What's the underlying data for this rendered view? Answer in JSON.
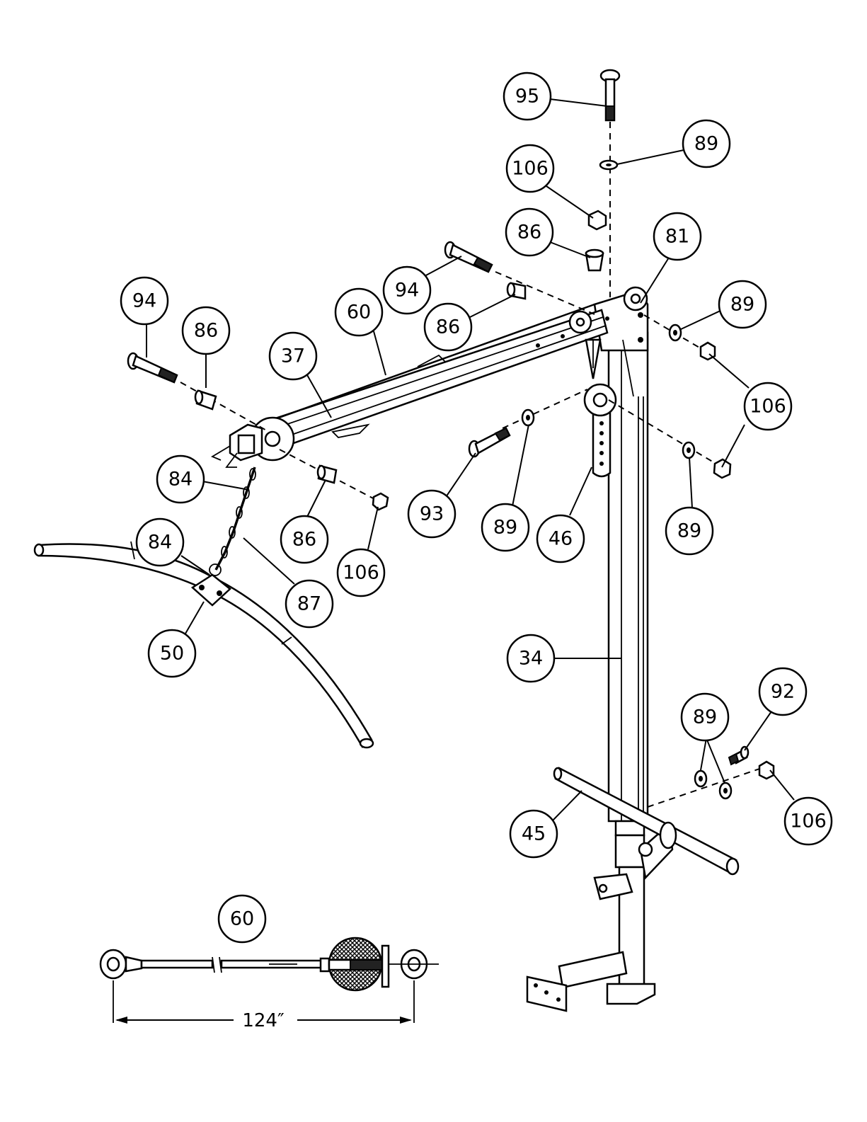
{
  "callouts": [
    {
      "id": "c95",
      "label": "95"
    },
    {
      "id": "c89a",
      "label": "89"
    },
    {
      "id": "c106a",
      "label": "106"
    },
    {
      "id": "c86a",
      "label": "86"
    },
    {
      "id": "c81",
      "label": "81"
    },
    {
      "id": "c94a",
      "label": "94"
    },
    {
      "id": "c86b",
      "label": "86"
    },
    {
      "id": "c60a",
      "label": "60"
    },
    {
      "id": "c89b",
      "label": "89"
    },
    {
      "id": "c94b",
      "label": "94"
    },
    {
      "id": "c86c",
      "label": "86"
    },
    {
      "id": "c37",
      "label": "37"
    },
    {
      "id": "c106b",
      "label": "106"
    },
    {
      "id": "c84a",
      "label": "84"
    },
    {
      "id": "c93",
      "label": "93"
    },
    {
      "id": "c89c",
      "label": "89"
    },
    {
      "id": "c46",
      "label": "46"
    },
    {
      "id": "c89d",
      "label": "89"
    },
    {
      "id": "c86d",
      "label": "86"
    },
    {
      "id": "c84b",
      "label": "84"
    },
    {
      "id": "c106c",
      "label": "106"
    },
    {
      "id": "c87",
      "label": "87"
    },
    {
      "id": "c50",
      "label": "50"
    },
    {
      "id": "c34",
      "label": "34"
    },
    {
      "id": "c92",
      "label": "92"
    },
    {
      "id": "c89e",
      "label": "89"
    },
    {
      "id": "c106d",
      "label": "106"
    },
    {
      "id": "c45",
      "label": "45"
    },
    {
      "id": "c60b",
      "label": "60"
    }
  ],
  "cable_dimension": "124″"
}
